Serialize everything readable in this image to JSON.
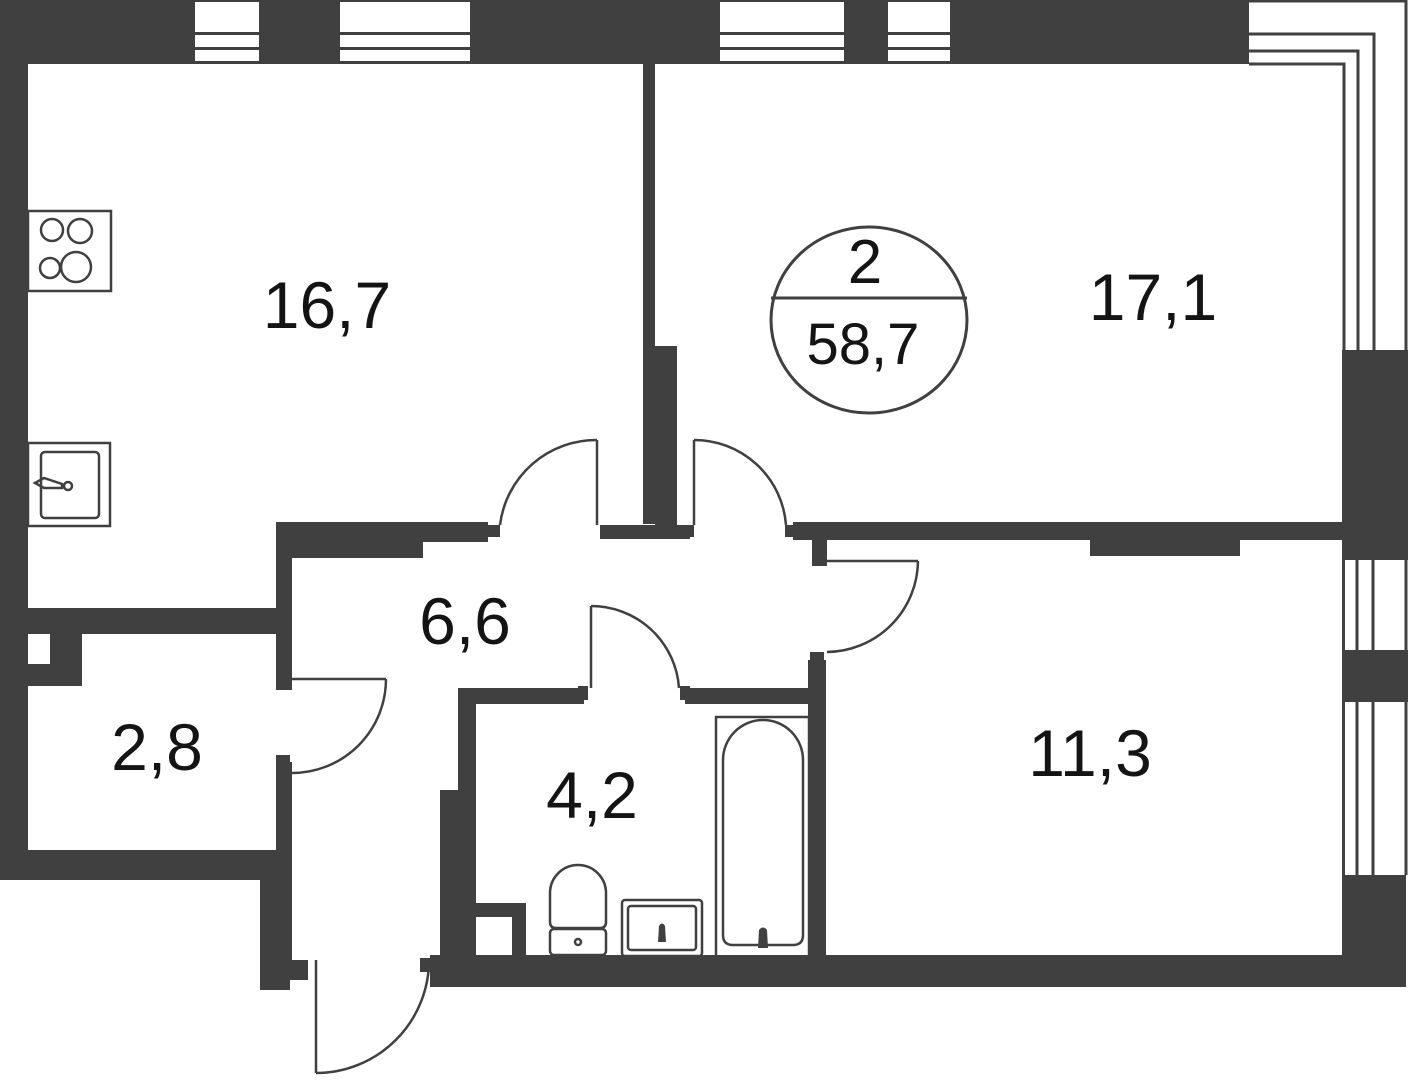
{
  "plan": {
    "rooms_count": "2",
    "total_area": "58,7",
    "colors": {
      "wall": "#404040",
      "text": "#141414",
      "background": "#ffffff"
    },
    "rooms": [
      {
        "id": "kitchen-living",
        "area": "16,7"
      },
      {
        "id": "bedroom-1",
        "area": "17,1"
      },
      {
        "id": "hallway",
        "area": "6,6"
      },
      {
        "id": "storage",
        "area": "2,8"
      },
      {
        "id": "bathroom",
        "area": "4,2"
      },
      {
        "id": "bedroom-2",
        "area": "11,3"
      }
    ]
  }
}
